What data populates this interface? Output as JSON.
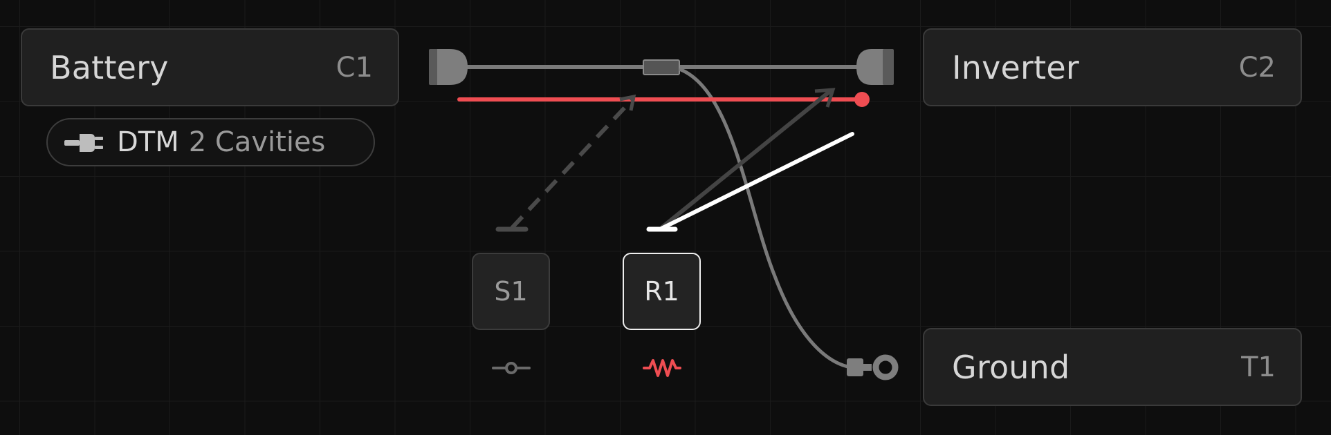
{
  "nodes": {
    "battery": {
      "title": "Battery",
      "tag": "C1"
    },
    "inverter": {
      "title": "Inverter",
      "tag": "C2"
    },
    "ground": {
      "title": "Ground",
      "tag": "T1"
    }
  },
  "connector": {
    "icon": "plug-icon",
    "type": "DTM",
    "cavities": "2 Cavities"
  },
  "components": {
    "s1": {
      "label": "S1",
      "symbol": "switch-icon"
    },
    "r1": {
      "label": "R1",
      "symbol": "resistor-icon",
      "selected": true
    }
  },
  "colors": {
    "background": "#0e0e0e",
    "wire_gray": "#7a7a7a",
    "wire_red": "#ef4d52",
    "wire_white": "#ffffff",
    "wire_dark": "#4a4a4a"
  }
}
